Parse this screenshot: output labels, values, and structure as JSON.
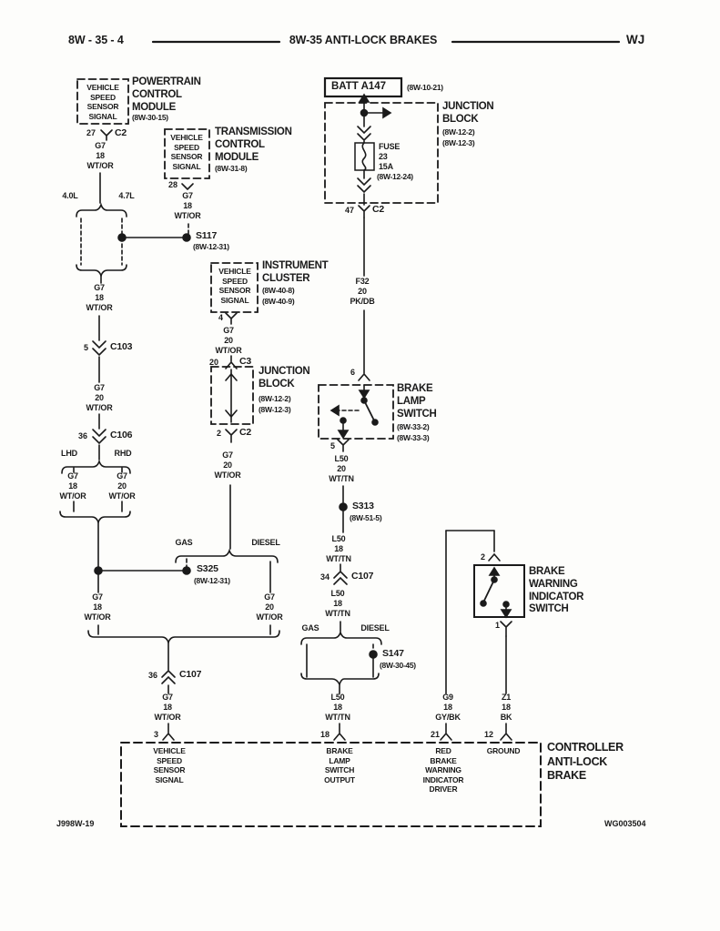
{
  "header": {
    "page_number": "8W - 35 - 4",
    "title": "8W-35 ANTI-LOCK BRAKES",
    "platform": "WJ"
  },
  "footer": {
    "left": "J998W-19",
    "right": "WG003504"
  },
  "pcm": {
    "signal": "VEHICLE\nSPEED\nSENSOR\nSIGNAL",
    "name": "POWERTRAIN\nCONTROL\nMODULE",
    "ref": "(8W-30-15)",
    "pin": "27",
    "conn": "C2"
  },
  "tcm": {
    "signal": "VEHICLE\nSPEED\nSENSOR\nSIGNAL",
    "name": "TRANSMISSION\nCONTROL\nMODULE",
    "ref": "(8W-31-8)",
    "pin": "28"
  },
  "cluster": {
    "signal": "VEHICLE\nSPEED\nSENSOR\nSIGNAL",
    "name": "INSTRUMENT\nCLUSTER",
    "ref1": "(8W-40-8)",
    "ref2": "(8W-40-9)",
    "pin": "4"
  },
  "jb_left": {
    "pin_in": "20",
    "conn_in": "C3",
    "name": "JUNCTION\nBLOCK",
    "ref1": "(8W-12-2)",
    "ref2": "(8W-12-3)",
    "pin_out": "2",
    "conn_out": "C2"
  },
  "batt": {
    "name": "BATT A147",
    "ref": "(8W-10-21)"
  },
  "jb_right": {
    "name": "JUNCTION\nBLOCK",
    "ref1": "(8W-12-2)",
    "ref2": "(8W-12-3)",
    "fuse_label": "FUSE\n23\n15A",
    "fuse_ref": "(8W-12-24)",
    "pin_out": "47",
    "conn_out": "C2"
  },
  "bls": {
    "pin_in": "6",
    "name": "BRAKE\nLAMP\nSWITCH",
    "ref1": "(8W-33-2)",
    "ref2": "(8W-33-3)",
    "pin_out": "5"
  },
  "bwis": {
    "pin_in": "2",
    "name": "BRAKE\nWARNING\nINDICATOR\nSWITCH",
    "pin_out": "1"
  },
  "abs": {
    "name": "CONTROLLER\nANTI-LOCK\nBRAKE",
    "pin_vss": "3",
    "vss_label": "VEHICLE\nSPEED\nSENSOR\nSIGNAL",
    "pin_bls": "18",
    "bls_label": "BRAKE\nLAMP\nSWITCH\nOUTPUT",
    "pin_rbwi": "21",
    "rbwi_label": "RED\nBRAKE\nWARNING\nINDICATOR\nDRIVER",
    "pin_gnd": "12",
    "gnd_label": "GROUND"
  },
  "splices": {
    "s117": {
      "name": "S117",
      "ref": "(8W-12-31)"
    },
    "s325": {
      "name": "S325",
      "ref": "(8W-12-31)"
    },
    "s313": {
      "name": "S313",
      "ref": "(8W-51-5)"
    },
    "s147": {
      "name": "S147",
      "ref": "(8W-30-45)"
    }
  },
  "connectors": {
    "c103": {
      "pin": "5",
      "name": "C103"
    },
    "c106": {
      "pin": "36",
      "name": "C106"
    },
    "c107_left": {
      "pin": "36",
      "name": "C107"
    },
    "c107_mid": {
      "pin": "34",
      "name": "C107"
    }
  },
  "branches": {
    "eng40": "4.0L",
    "eng47": "4.7L",
    "lhd": "LHD",
    "rhd": "RHD",
    "gas_left": "GAS",
    "diesel_left": "DIESEL",
    "gas_mid": "GAS",
    "diesel_mid": "DIESEL"
  },
  "wires": {
    "w_pcm": "G7\n18\nWT/OR",
    "w_tcm": "G7\n18\nWT/OR",
    "w_main1": "G7\n18\nWT/OR",
    "w_main2": "G7\n20\nWT/OR",
    "w_lhd": "G7\n18\nWT/OR",
    "w_rhd": "G7\n20\nWT/OR",
    "w_left_lower": "G7\n18\nWT/OR",
    "w_diesel": "G7\n20\nWT/OR",
    "w_c107_abs": "G7\n18\nWT/OR",
    "w_cluster": "G7\n20\nWT/OR",
    "w_jb": "G7\n20\nWT/OR",
    "w_batt": "F32\n20\nPK/DB",
    "w_bls_s313": "L50\n20\nWT/TN",
    "w_s313_c107": "L50\n18\nWT/TN",
    "w_c107_split": "L50\n18\nWT/TN",
    "w_bls_abs": "L50\n18\nWT/TN",
    "w_g9": "G9\n18\nGY/BK",
    "w_z1": "Z1\n18\nBK"
  }
}
